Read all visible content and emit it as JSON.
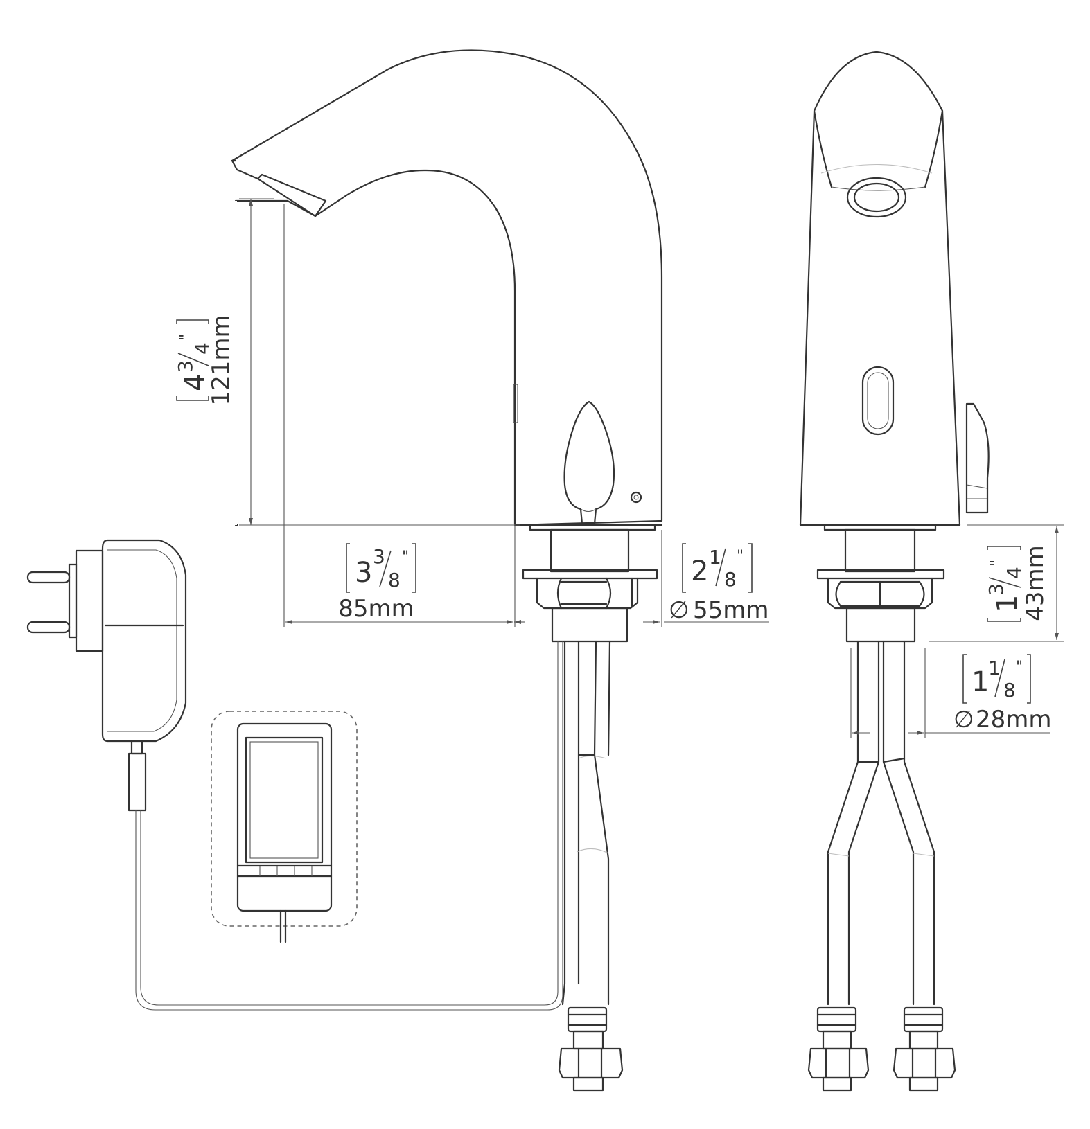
{
  "dimensions": {
    "spout_height": {
      "mm": "121mm",
      "whole": "4",
      "num": "3",
      "den": "4",
      "inch_mark": "\""
    },
    "spout_reach": {
      "mm": "85mm",
      "whole": "3",
      "num": "3",
      "den": "8",
      "inch_mark": "\""
    },
    "base_diameter": {
      "mm": "55mm",
      "whole": "2",
      "num": "1",
      "den": "8",
      "inch_mark": "\"",
      "symbol": "∅"
    },
    "base_height": {
      "mm": "43mm",
      "whole": "1",
      "num": "3",
      "den": "4",
      "inch_mark": "\""
    },
    "shank_diameter": {
      "mm": "28mm",
      "whole": "1",
      "num": "1",
      "den": "8",
      "inch_mark": "\"",
      "symbol": "∅"
    }
  }
}
